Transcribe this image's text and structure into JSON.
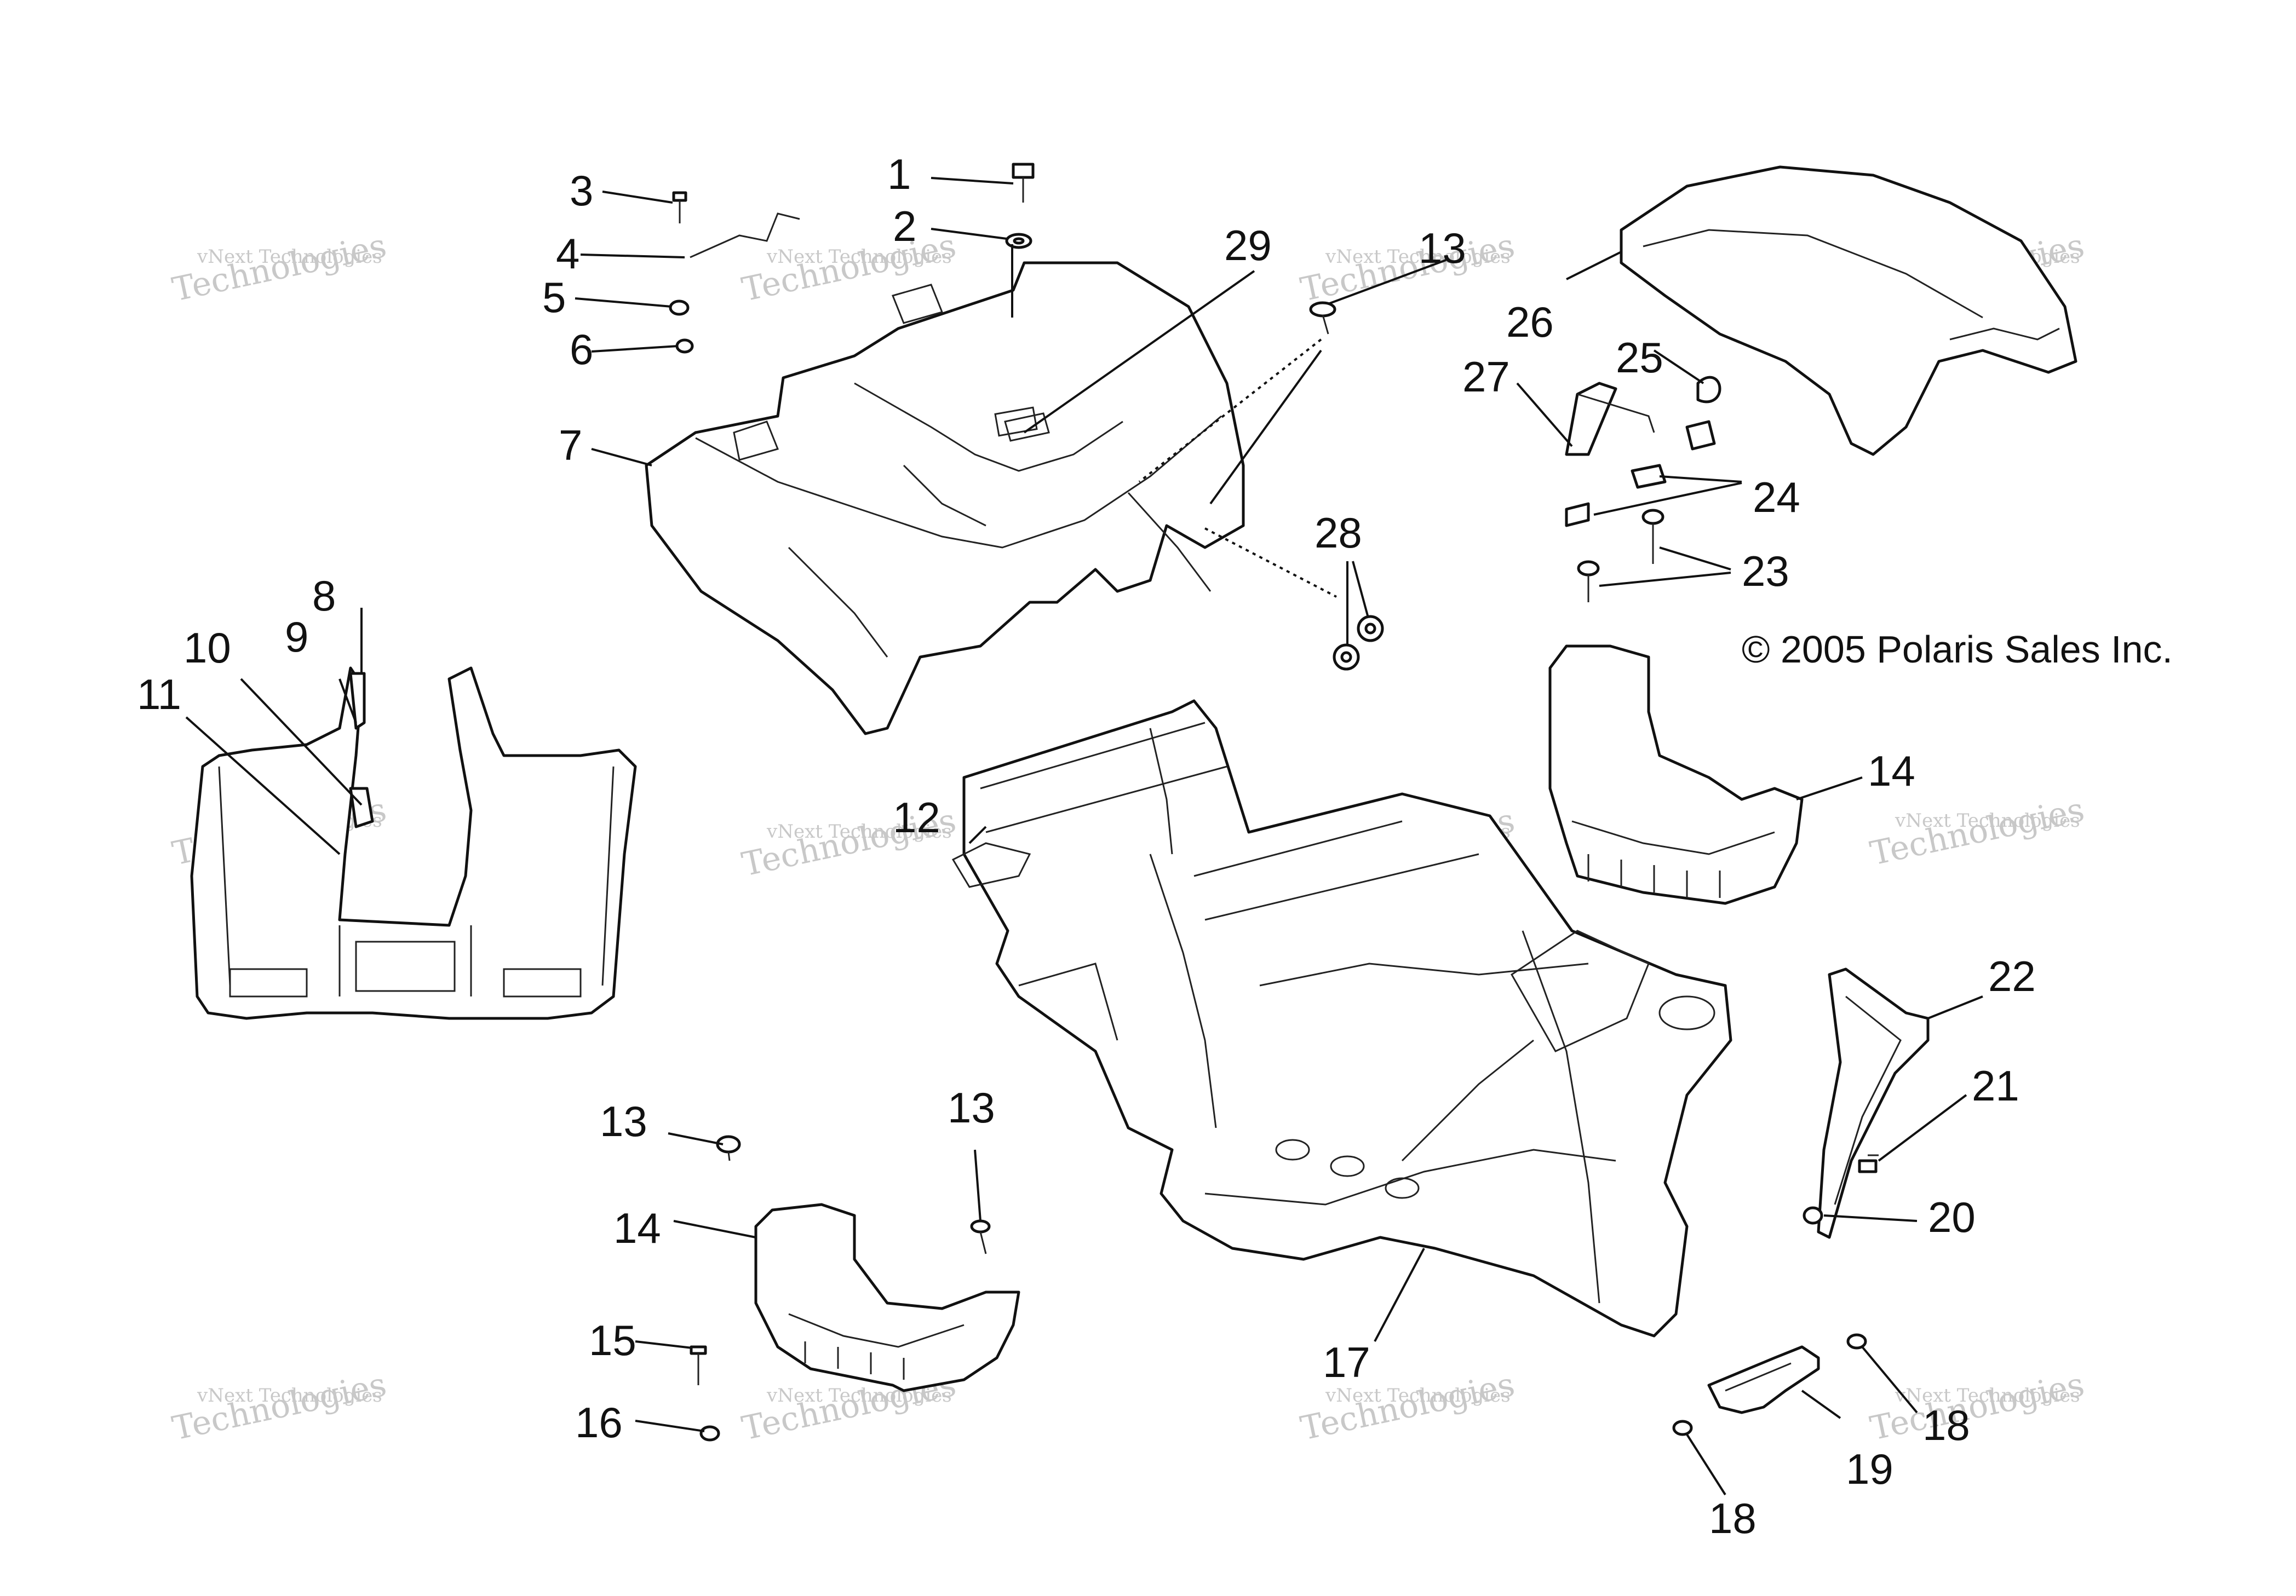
{
  "diagram": {
    "copyright": "© 2005 Polaris Sales Inc.",
    "watermark_line1": "vNext Technologies",
    "watermark_line2": "Technologies",
    "callouts": [
      "1",
      "2",
      "3",
      "4",
      "5",
      "6",
      "7",
      "8",
      "9",
      "10",
      "11",
      "12",
      "13",
      "13",
      "13",
      "14",
      "14",
      "15",
      "16",
      "17",
      "18",
      "18",
      "19",
      "20",
      "21",
      "22",
      "23",
      "24",
      "25",
      "26",
      "27",
      "28",
      "29"
    ]
  }
}
